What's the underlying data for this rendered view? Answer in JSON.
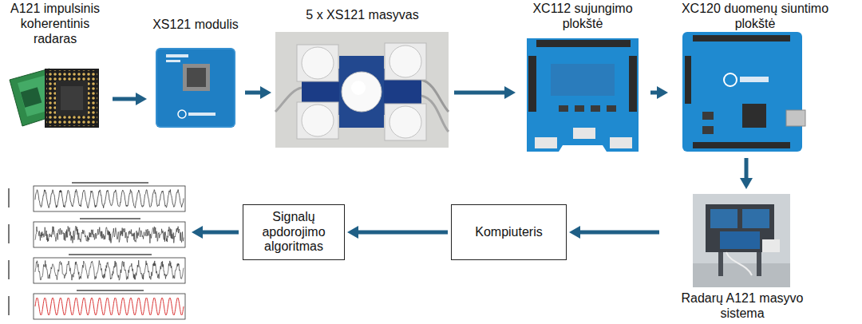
{
  "diagram": {
    "nodes": [
      {
        "text": [
          "A121 impulsinis koherentinis radaras"
        ]
      },
      {
        "text": [
          "XS121 modulis"
        ]
      },
      {
        "text": [
          "5 x XS121 masyvas"
        ]
      },
      {
        "text": [
          "XC112 sujungimo plokštė"
        ]
      },
      {
        "text": [
          "XC120 duomenų siuntimo plokštė"
        ]
      },
      {
        "text": [
          "Radarų A121 masyvo sistema"
        ]
      },
      {
        "text": [
          "Kompiuteris"
        ]
      },
      {
        "text": [
          "Signalų apdorojimo algoritmas"
        ]
      }
    ],
    "edges": [
      {
        "from": 0,
        "to": 1,
        "arrow": "to"
      },
      {
        "from": 1,
        "to": 2,
        "arrow": "to"
      },
      {
        "from": 2,
        "to": 3,
        "arrow": "to"
      },
      {
        "from": 3,
        "to": 4,
        "arrow": "to"
      },
      {
        "from": 4,
        "to": 5,
        "arrow": "to"
      },
      {
        "from": 5,
        "to": 6,
        "arrow": "to"
      },
      {
        "from": 6,
        "to": 7,
        "arrow": "to"
      }
    ]
  }
}
